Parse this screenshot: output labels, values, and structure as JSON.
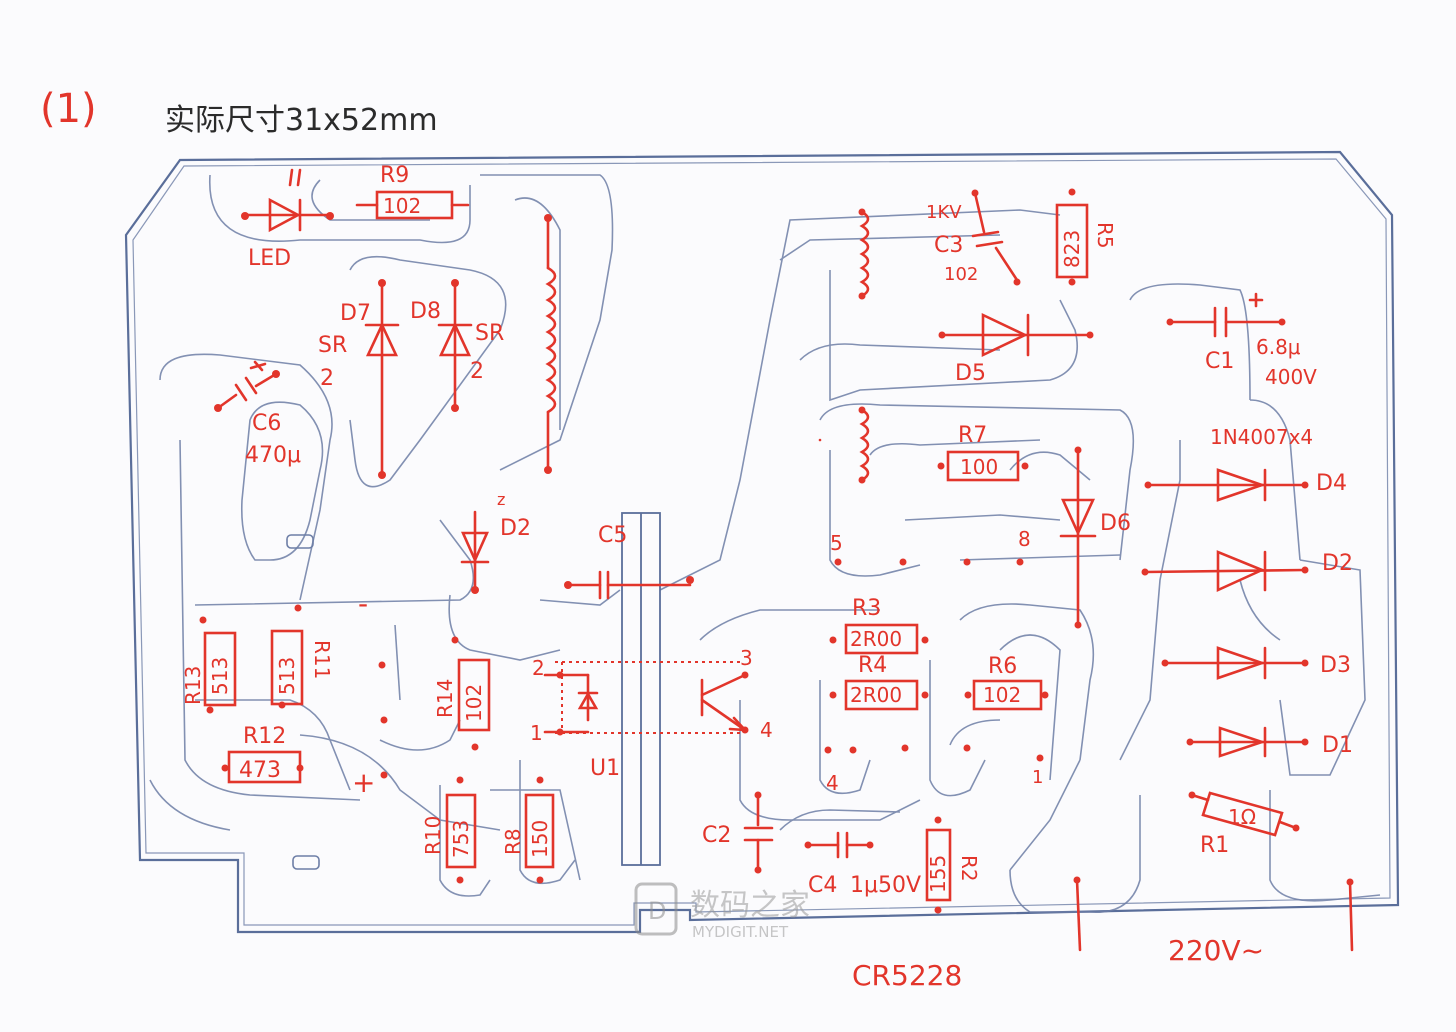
{
  "header": {
    "number": "(1)",
    "size_note": "实际尺寸31x52mm"
  },
  "colors": {
    "ink_red": "#e2352b",
    "pencil_blue": "#5a6e9a",
    "paper": "#fbfbfd"
  },
  "labels": {
    "LED": "LED",
    "R9": "R9",
    "R9_val": "102",
    "D7": "D7",
    "D8": "D8",
    "SR_a": "SR",
    "SR_b": "SR",
    "two_a": "2",
    "two_b": "2",
    "C6": "C6",
    "C6_val": "470μ",
    "D2_left": "D2",
    "z_mark": "z",
    "C5": "C5",
    "R13": "R13",
    "R13_val": "513",
    "R11": "R11",
    "R11_val": "513",
    "R12": "R12",
    "R12_val": "473",
    "R14": "R14",
    "R14_val": "102",
    "R10": "R10",
    "R10_val": "753",
    "R8": "R8",
    "R8_val": "150",
    "minus": "-",
    "plus": "+",
    "U1": "U1",
    "pin1": "1",
    "pin2": "2",
    "pin3": "3",
    "pin4": "4",
    "C2": "C2",
    "C4": "C4",
    "C4_val": "1μ50V",
    "R2": "R2",
    "R2_val": "155",
    "kv": "1KV",
    "C3": "C3",
    "C3_val": "102",
    "R5": "R5",
    "R5_val": "823",
    "D5": "D5",
    "C1": "C1",
    "C1_val1": "6.8μ",
    "C1_val2": "400V",
    "R7": "R7",
    "R7_val": "100",
    "D6": "D6",
    "bridge": "1N4007x4",
    "D4": "D4",
    "D2_right": "D2",
    "D3": "D3",
    "D1": "D1",
    "R1": "R1",
    "R1_val": "1Ω",
    "R3": "R3",
    "R3_val": "2R00",
    "R4": "R4",
    "R4_val": "2R00",
    "R6": "R6",
    "R6_val": "102",
    "pin5": "5",
    "pin8": "8",
    "pin4b": "4",
    "pin1b": "1",
    "voltage": "220V~",
    "chip": "CR5228"
  },
  "watermark": {
    "name": "数码之家",
    "url": "MYDIGIT.NET"
  }
}
